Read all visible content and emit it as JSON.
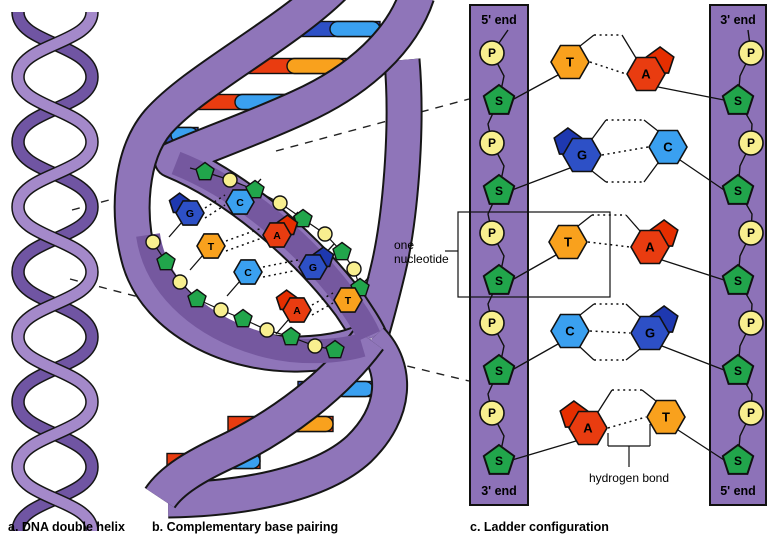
{
  "captions": {
    "a": "a. DNA double helix",
    "b": "b. Complementary base pairing",
    "c": "c. Ladder configuration"
  },
  "labels": {
    "phosphate": "P",
    "sugar": "S",
    "one_nucleotide_line1": "one",
    "one_nucleotide_line2": "nucleotide",
    "hydrogen_bond": "hydrogen bond"
  },
  "ladder": {
    "left_rail": {
      "top_label": "5' end",
      "bottom_label": "3' end"
    },
    "right_rail": {
      "top_label": "3' end",
      "bottom_label": "5' end"
    },
    "rows": [
      {
        "left": "T",
        "right": "A",
        "bonds": 2
      },
      {
        "left": "G",
        "right": "C",
        "bonds": 3
      },
      {
        "left": "T",
        "right": "A",
        "bonds": 2,
        "boxed": true
      },
      {
        "left": "C",
        "right": "G",
        "bonds": 3
      },
      {
        "left": "A",
        "right": "T",
        "bonds": 2,
        "hydrogen_bond_callout": true
      }
    ]
  },
  "helix_b": {
    "pairs": [
      {
        "left": "G",
        "right": "C"
      },
      {
        "left": "T",
        "right": "A"
      },
      {
        "left": "C",
        "right": "G"
      },
      {
        "left": "A",
        "right": "T"
      }
    ],
    "rungs_top": [
      [
        "dblue",
        "lblue"
      ],
      [
        "red",
        "orange"
      ],
      [
        "red",
        "lblue"
      ],
      [
        "dblue",
        "lblue"
      ]
    ],
    "rungs_bottom": [
      [
        "dblue"
      ],
      [
        "dblue",
        "lblue"
      ],
      [
        "red",
        "orange"
      ],
      [
        "red",
        "lblue"
      ]
    ]
  },
  "colors": {
    "dblue": "#2d50c6",
    "dblue_dark": "#1e38b0",
    "lblue": "#3aa0f0",
    "red": "#e93c10",
    "red_dark": "#e52e00",
    "orange": "#f9a11d",
    "yellow": "#f8ef8f",
    "green": "#21a54b",
    "rail_purple": "#8d72b8",
    "ribbon_purple": "#8f75b9",
    "ribbon_dark": "#75589f",
    "helix_light": "#a489ca",
    "helix_dark": "#7055a3"
  }
}
